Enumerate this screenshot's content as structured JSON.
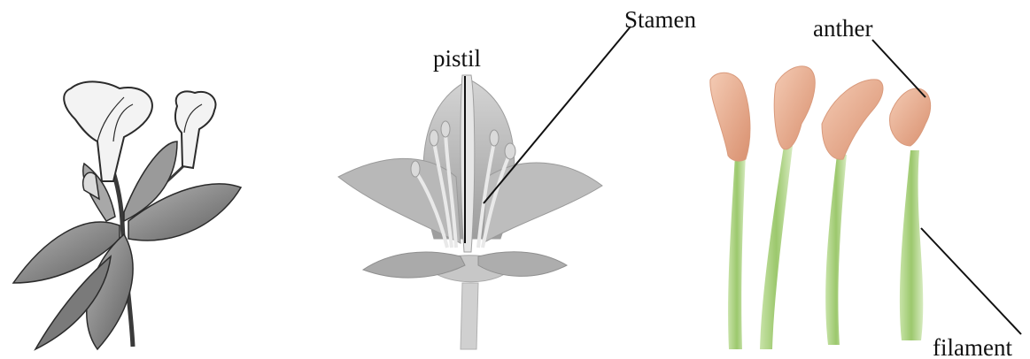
{
  "labels": {
    "pistil": "pistil",
    "stamen": "Stamen",
    "anther": "anther",
    "filament": "filament"
  },
  "colors": {
    "sketch_ink": "#2b2b2b",
    "leaf_gray": "#8a8a8a",
    "petal_gray": "#c9c9c9",
    "anther_peach": "#eab59a",
    "filament_green": "#a9cf7e",
    "leader_line": "#111111"
  }
}
